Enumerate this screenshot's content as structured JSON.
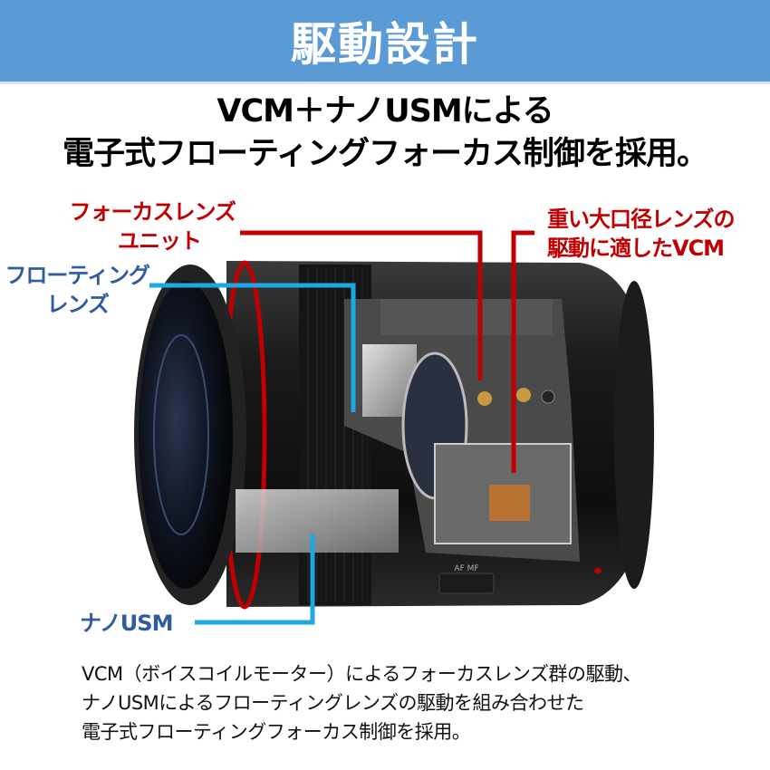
{
  "header": {
    "title": "駆動設計"
  },
  "headline": {
    "line1": "VCM＋ナノUSMによる",
    "line2": "電子式フローティングフォーカス制御を採用。"
  },
  "callouts": {
    "focus_unit": {
      "line1": "フォーカスレンズ",
      "line2": "ユニット"
    },
    "vcm": {
      "line1": "重い大口径レンズの",
      "line2": "駆動に適したVCM"
    },
    "floating": {
      "line1": "フローティング",
      "line2": "レンズ"
    },
    "nano_usm": {
      "line1": "ナノUSM"
    }
  },
  "lens_switch": {
    "label": "AF MF"
  },
  "description": {
    "line1": "VCM（ボイスコイルモーター）によるフォーカスレンズ群の駆動、",
    "line2": "ナノUSMによるフローティングレンズの駆動を組み合わせた",
    "line3": "電子式フローティングフォーカス制御を採用。"
  },
  "colors": {
    "header_bg": "#5b9bd5",
    "red_callout": "#c00000",
    "blue_callout": "#2e5c9e",
    "blue_line": "#1ea7e1"
  }
}
